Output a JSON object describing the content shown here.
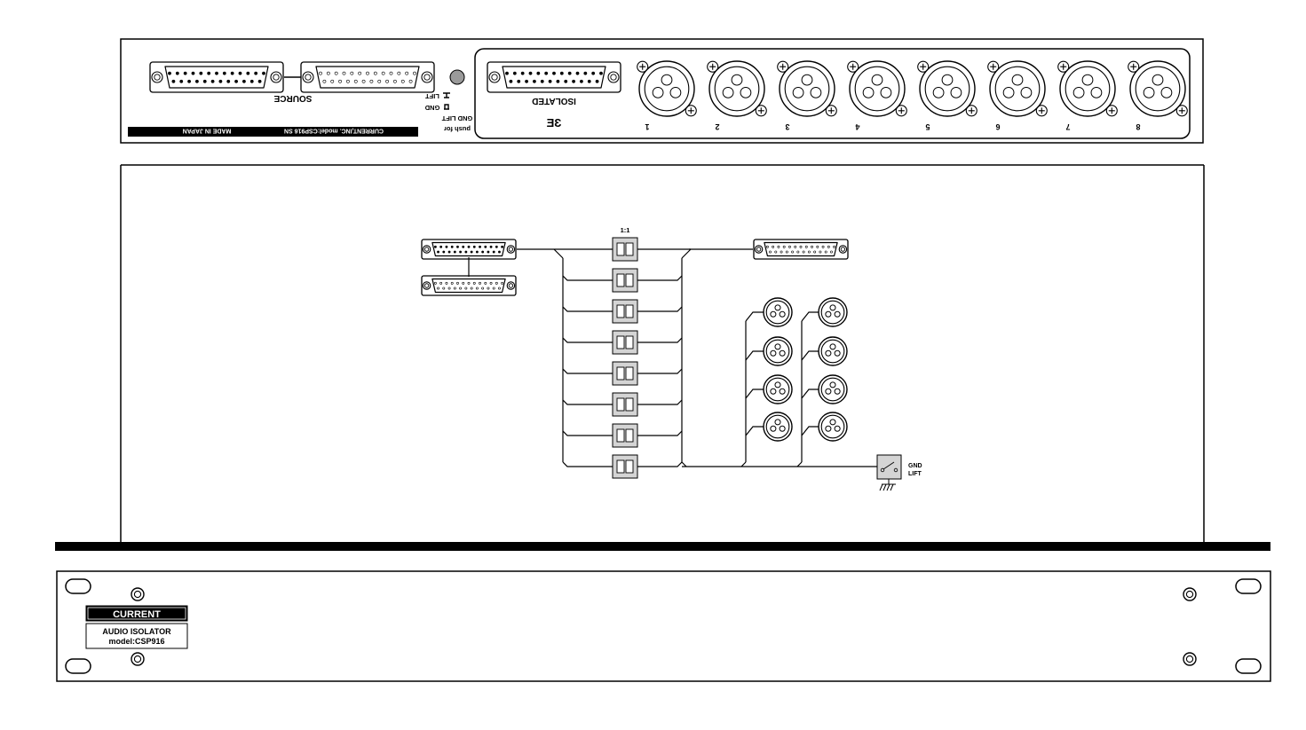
{
  "rear_panel": {
    "source_label": "SOURCE",
    "isolated_label": "ISOLATED",
    "logo_mark": "ƎƐ",
    "push_lines": [
      "push for",
      "GND LIFT"
    ],
    "gnd_symbol_labels": [
      "GND",
      "LIFT"
    ],
    "footer_model": "CURRENT,INC.  model:CSP916 SN",
    "footer_made": "MADE IN JAPAN",
    "xlr_numbers": [
      "1",
      "2",
      "3",
      "4",
      "5",
      "6",
      "7",
      "8"
    ]
  },
  "diagram": {
    "ratio_label": "1:1",
    "gnd_lift_label": [
      "GND",
      "LIFT"
    ],
    "transformer_count": 8,
    "xlr_columns": 2,
    "xlr_rows": 4
  },
  "front_panel": {
    "brand": "CURRENT",
    "product_line1": "AUDIO ISOLATOR",
    "product_line2": "model:CSP916"
  }
}
